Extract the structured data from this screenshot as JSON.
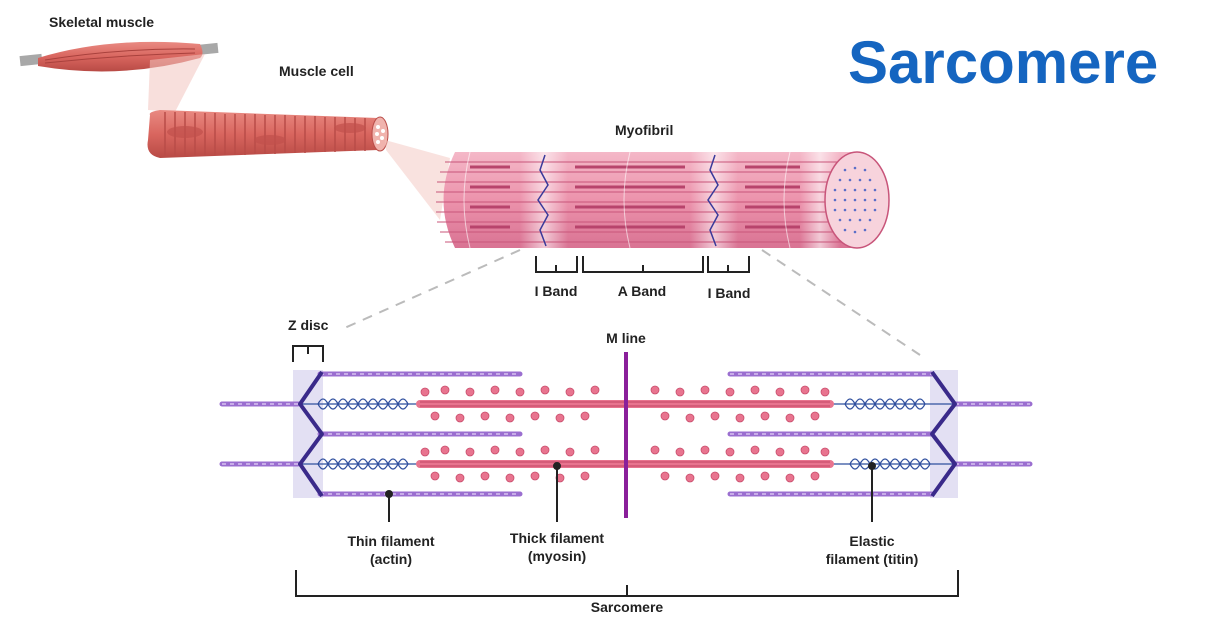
{
  "title": "Sarcomere",
  "labels": {
    "skeletal_muscle": "Skeletal muscle",
    "muscle_cell": "Muscle cell",
    "myofibril": "Myofibril",
    "i_band_left": "I Band",
    "a_band": "A Band",
    "i_band_right": "I Band",
    "z_disc": "Z disc",
    "m_line": "M line",
    "thin_filament_line1": "Thin filament",
    "thin_filament_line2": "(actin)",
    "thick_filament_line1": "Thick filament",
    "thick_filament_line2": "(myosin)",
    "elastic_filament_line1": "Elastic",
    "elastic_filament_line2": "filament (titin)",
    "sarcomere": "Sarcomere"
  },
  "colors": {
    "title": "#1565c0",
    "muscle": "#d9665f",
    "myofibril_pink": "#ef9fb4",
    "actin": "#9b6fd0",
    "myosin": "#e8748f",
    "titin": "#2f4f9e",
    "z_disc": "#3a2a8a",
    "m_line": "#8a1f9a"
  }
}
